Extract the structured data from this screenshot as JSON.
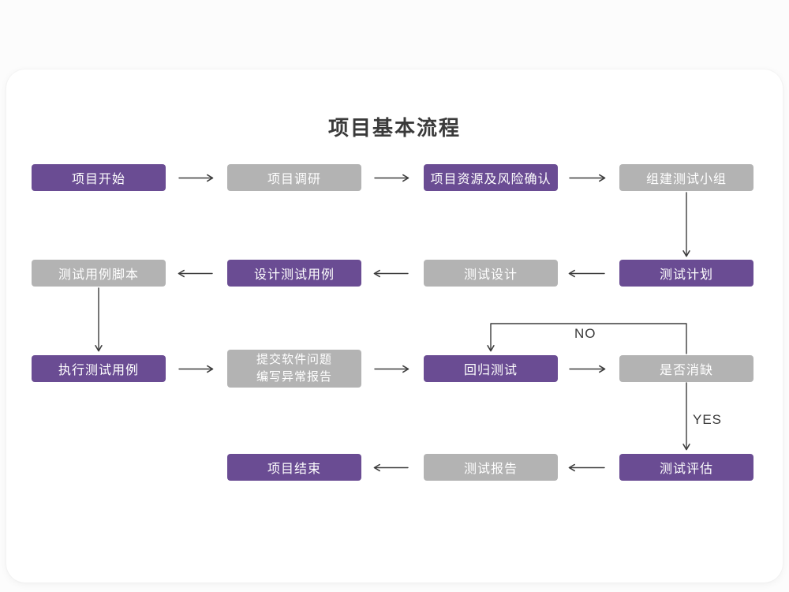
{
  "page": {
    "title": "项目基本流程"
  },
  "colors": {
    "purple": "#6a4c93",
    "gray": "#b3b3b3",
    "arrow": "#3d3d3d"
  },
  "edge_labels": {
    "no": "NO",
    "yes": "YES"
  },
  "nodes": [
    {
      "id": "project-start",
      "label": "项目开始",
      "variant": "purple",
      "row": 1,
      "col": 1
    },
    {
      "id": "project-research",
      "label": "项目调研",
      "variant": "gray",
      "row": 1,
      "col": 2
    },
    {
      "id": "resource-risk",
      "label": "项目资源及风险确认",
      "variant": "purple",
      "row": 1,
      "col": 3
    },
    {
      "id": "build-test-team",
      "label": "组建测试小组",
      "variant": "gray",
      "row": 1,
      "col": 4
    },
    {
      "id": "test-case-script",
      "label": "测试用例脚本",
      "variant": "gray",
      "row": 2,
      "col": 1
    },
    {
      "id": "design-test-case",
      "label": "设计测试用例",
      "variant": "purple",
      "row": 2,
      "col": 2
    },
    {
      "id": "test-design",
      "label": "测试设计",
      "variant": "gray",
      "row": 2,
      "col": 3
    },
    {
      "id": "test-plan",
      "label": "测试计划",
      "variant": "purple",
      "row": 2,
      "col": 4
    },
    {
      "id": "execute-test-case",
      "label": "执行测试用例",
      "variant": "purple",
      "row": 3,
      "col": 1
    },
    {
      "id": "submit-issue-report",
      "label": "提交软件问题\n编写异常报告",
      "variant": "gray",
      "row": 3,
      "col": 2
    },
    {
      "id": "regression-test",
      "label": "回归测试",
      "variant": "purple",
      "row": 3,
      "col": 3
    },
    {
      "id": "defect-cleared",
      "label": "是否消缺",
      "variant": "gray",
      "row": 3,
      "col": 4
    },
    {
      "id": "project-end",
      "label": "项目结束",
      "variant": "purple",
      "row": 4,
      "col": 2
    },
    {
      "id": "test-report",
      "label": "测试报告",
      "variant": "gray",
      "row": 4,
      "col": 3
    },
    {
      "id": "test-evaluation",
      "label": "测试评估",
      "variant": "purple",
      "row": 4,
      "col": 4
    }
  ]
}
